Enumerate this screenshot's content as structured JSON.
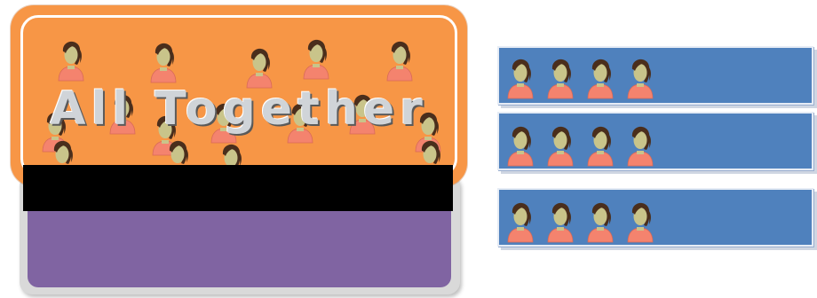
{
  "title_overlay": "All Together",
  "colors": {
    "orange": "#f79646",
    "purple": "#8064a2",
    "blue": "#4f81bd",
    "black_bar": "#000000",
    "skin": "#c9c48a",
    "hair": "#4a2e1c",
    "shirt": "#f4836e"
  },
  "icons": {
    "person": "woman-user-icon"
  },
  "groups": {
    "combined_count": 16,
    "rows": [
      {
        "count": 4
      },
      {
        "count": 4
      },
      {
        "count": 4
      }
    ]
  }
}
